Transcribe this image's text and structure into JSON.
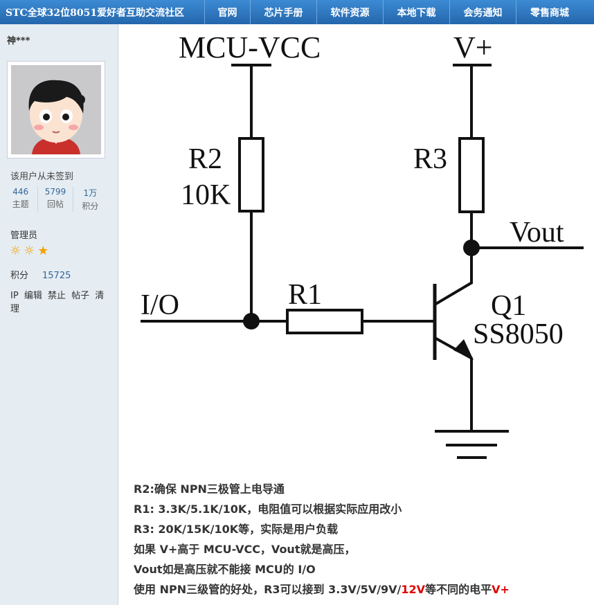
{
  "topbar": {
    "brand": "STC全球32位8051爱好者互助交流社区",
    "nav": [
      "官网",
      "芯片手册",
      "软件资源",
      "本地下载",
      "会务通知",
      "零售商城"
    ]
  },
  "sidebar": {
    "username": "神***",
    "signin_text": "该用户从未签到",
    "stats": [
      {
        "value": "446",
        "label": "主题"
      },
      {
        "value": "5799",
        "label": "回帖"
      },
      {
        "value": "1万",
        "label": "积分"
      }
    ],
    "group": "管理员",
    "stars": [
      "☼",
      "☼",
      "★"
    ],
    "points_label": "积分",
    "points_value": "15725",
    "admin_links": [
      "IP",
      "编辑",
      "禁止",
      "帖子",
      "清理"
    ]
  },
  "diagram": {
    "mcu_vcc": "MCU-VCC",
    "vplus": "V+",
    "r2": "R2",
    "r2_value": "10K",
    "r3": "R3",
    "vout": "Vout",
    "io": "I/O",
    "r1": "R1",
    "q1": "Q1",
    "q1_part": "SS8050"
  },
  "notes": {
    "line1": "R2:确保 NPN三极管上电导通",
    "line2": "R1: 3.3K/5.1K/10K，电阻值可以根据实际应用改小",
    "line3": "R3: 20K/15K/10K等，实际是用户负载",
    "line4": "如果 V+高于 MCU-VCC，Vout就是高压，",
    "line5": "Vout如是高压就不能接 MCU的 I/O",
    "line6_a": "使用 NPN三级管的好处，R3可以接到 3.3V/5V/9V/",
    "line6_red": "12V",
    "line6_b": "等不同的电平",
    "line6_red2": "V+"
  },
  "colors": {
    "accent": "#2466ac",
    "sidebar_bg": "#e5edf2",
    "highlight": "#e00000"
  }
}
